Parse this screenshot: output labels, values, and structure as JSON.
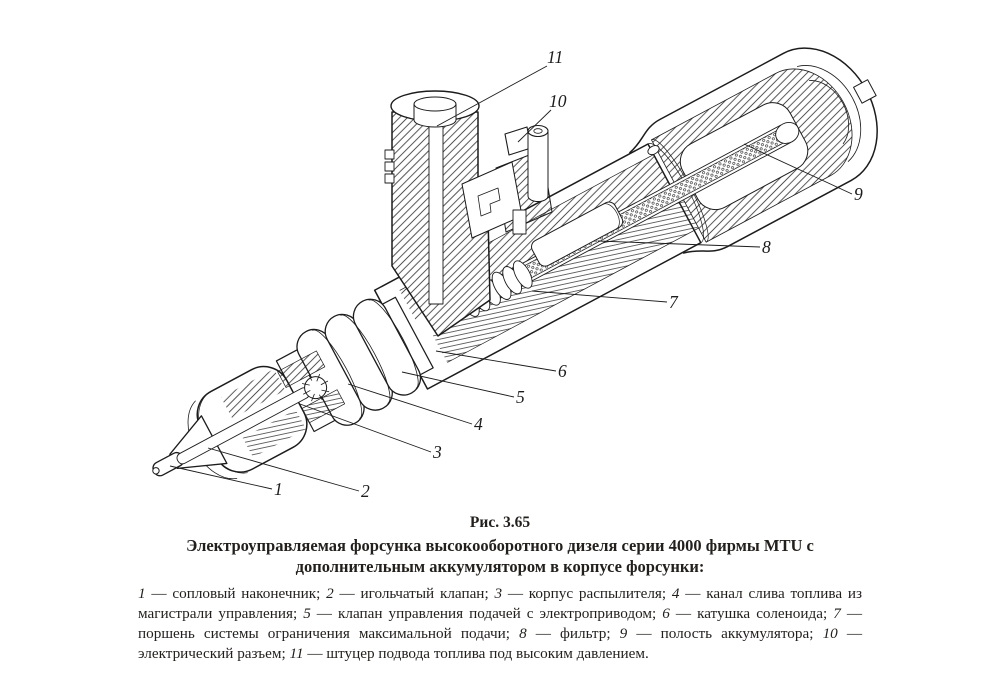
{
  "page": {
    "background": "#ffffff",
    "ink_color": "#1c1c1c",
    "text_color": "#221f1c"
  },
  "figure": {
    "number_label": "Рис. 3.65",
    "title": "Электроуправляемая форсунка высокооборотного дизеля серии 4000 фирмы MTU с дополнительным аккумулятором в корпусе форсунки:",
    "legend_separator": " — ",
    "legend_item_separator": "; ",
    "legend_terminator": ".",
    "legend_items": [
      {
        "num": "1",
        "text": "сопловый наконечник"
      },
      {
        "num": "2",
        "text": "игольчатый клапан"
      },
      {
        "num": "3",
        "text": "корпус распылителя"
      },
      {
        "num": "4",
        "text": "канал слива топлива из магистрали управления"
      },
      {
        "num": "5",
        "text": "клапан управления подачей с электроприводом"
      },
      {
        "num": "6",
        "text": "катушка соленоида"
      },
      {
        "num": "7",
        "text": "поршень системы ограничения максимальной подачи"
      },
      {
        "num": "8",
        "text": "фильтр"
      },
      {
        "num": "9",
        "text": "полость аккумулятора"
      },
      {
        "num": "10",
        "text": "электрический разъем"
      },
      {
        "num": "11",
        "text": "штуцер подвода топлива под высоким давлением"
      }
    ]
  },
  "drawing": {
    "callouts": [
      "1",
      "2",
      "3",
      "4",
      "5",
      "6",
      "7",
      "8",
      "9",
      "10",
      "11"
    ]
  }
}
